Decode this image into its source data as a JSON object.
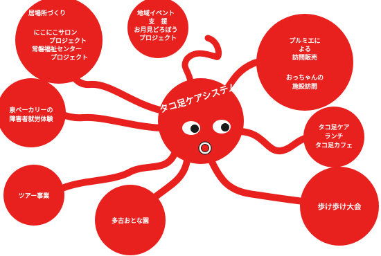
{
  "center": {
    "title": "タコ足ケアシステム"
  },
  "nodes": {
    "ibasho": {
      "line1": "居場所づくり",
      "line2": "にこにこサロン",
      "line3": "プロジェクト",
      "line4": "常磐福祉センター",
      "line5": "プロジェクト"
    },
    "chiiki": {
      "line1": "地域イベント",
      "line2": "支　援",
      "line3": "お月見どろぼう",
      "line4": "プロジェクト"
    },
    "plumie": {
      "line1": "プルミエに",
      "line2": "よる",
      "line3": "訪問販売",
      "line4": "おっちゃんの",
      "line5": "施設訪問"
    },
    "bakery": {
      "line1": "泉ベーカリーの",
      "line2": "障害者就労体験"
    },
    "lunch": {
      "line1": "タコ足ケア",
      "line2": "ランチ",
      "line3": "タコ足カフェ"
    },
    "tour": {
      "line1": "ツアー事業"
    },
    "tagoen": {
      "line1": "多古おとな園"
    },
    "walk": {
      "line1": "歩け歩け大会"
    }
  },
  "colors": {
    "octopus_red": "#e8211f",
    "text": "#ffffff",
    "eye": "#1a1a1a"
  }
}
